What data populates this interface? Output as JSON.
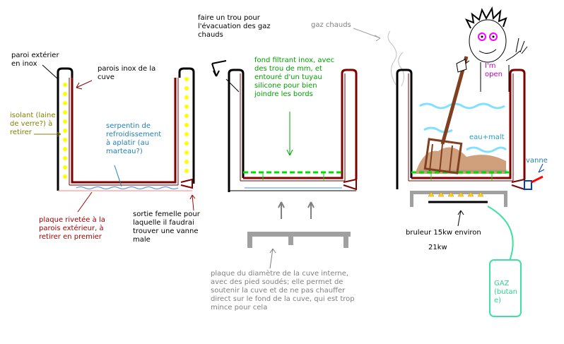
{
  "panel1": {
    "outer_wall": "paroi extérier\nen inox",
    "inner_wall": "parois inox de la\ncuve",
    "insulation": "isolant (laine\nde verre?) à\nretirer",
    "coil": "serpentin de\nrefroidissement\nà aplatir (au\nmarteau?)",
    "riveted_plate": "plaque rivetée à la\nparois extérieur, à\nretirer en premier",
    "outlet": "sortie femelle pour\nlaquelle il faudrai\ntrouver une vanne\nmale"
  },
  "panel2": {
    "hole": "faire un trou pour\nl'évacuation des gaz\nchauds",
    "filter_bottom": "fond filtrant inox, avec\ndes trou de mm, et\nentouré d'un tuyau\nsilicone pour bien\njoindre les bords",
    "support_plate": "plaque du diamètre de la cuve interne,\navec des pied soudés; elle permet de\nsoutenir la cuve et de ne pas chauffer\ndirect sur le fond de la cuve, qui est trop\nmince pour cela"
  },
  "panel3": {
    "hot_gas": "gaz chauds",
    "speech": "I'm\nopen",
    "water_malt": "eau+malt",
    "valve": "vanne",
    "burner": "bruleur 15kw environ",
    "burner_power": "21kw",
    "gas_bottle": "GAZ\n(butan\ne)"
  },
  "colors": {
    "wall": "#000000",
    "inner": "#800000",
    "insulation": "#ffff00",
    "filter": "#00dd00",
    "water": "#80e0ff",
    "grain": "#c08050",
    "hose": "#40e0a0",
    "valve_handle": "#ff0000",
    "valve_body": "#0040c0",
    "flame": "#ffd020",
    "support": "#a0a0a0"
  }
}
